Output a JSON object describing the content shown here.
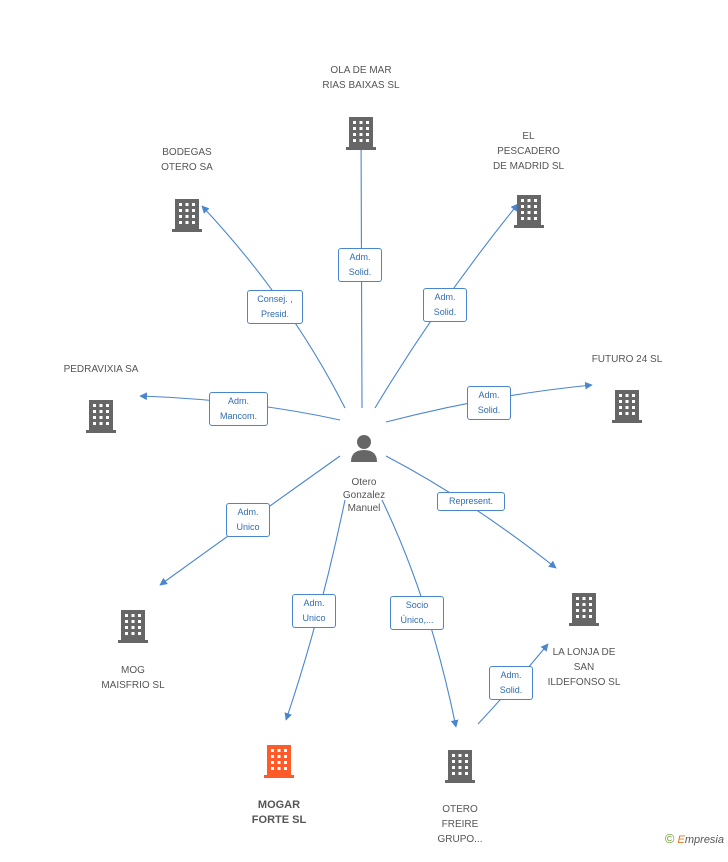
{
  "center": {
    "name": "Otero\nGonzalez\nManuel",
    "icon": "person-icon"
  },
  "companies": [
    {
      "id": "ola",
      "name": "OLA DE MAR\nRIAS BAIXAS  SL",
      "icon": "building-icon",
      "color": "#666666"
    },
    {
      "id": "bodegas",
      "name": "BODEGAS\nOTERO SA",
      "icon": "building-icon",
      "color": "#666666"
    },
    {
      "id": "pescadero",
      "name": "EL\nPESCADERO\nDE MADRID  SL",
      "icon": "building-icon",
      "color": "#666666"
    },
    {
      "id": "pedravixia",
      "name": "PEDRAVIXIA SA",
      "icon": "building-icon",
      "color": "#666666"
    },
    {
      "id": "futuro",
      "name": "FUTURO 24 SL",
      "icon": "building-icon",
      "color": "#666666"
    },
    {
      "id": "mog",
      "name": "MOG\nMAISFRIO SL",
      "icon": "building-icon",
      "color": "#666666"
    },
    {
      "id": "lonja",
      "name": "LA LONJA DE\nSAN\nILDEFONSO  SL",
      "icon": "building-icon",
      "color": "#666666"
    },
    {
      "id": "mogar",
      "name": "MOGAR\nFORTE SL",
      "icon": "building-icon",
      "color": "#ff5a2a",
      "highlight": true
    },
    {
      "id": "otero_freire",
      "name": "OTERO\nFREIRE\nGRUPO...",
      "icon": "building-icon",
      "color": "#666666"
    }
  ],
  "relations": [
    {
      "label": "Adm.\nSolid.",
      "target": "ola"
    },
    {
      "label": "Consej. ,\nPresid.",
      "target": "bodegas"
    },
    {
      "label": "Adm.\nSolid.",
      "target": "pescadero"
    },
    {
      "label": "Adm.\nMancom.",
      "target": "pedravixia"
    },
    {
      "label": "Adm.\nSolid.",
      "target": "futuro"
    },
    {
      "label": "Adm.\nUnico",
      "target": "mog"
    },
    {
      "label": "Represent.",
      "target": "lonja"
    },
    {
      "label": "Adm.\nUnico",
      "target": "mogar"
    },
    {
      "label": "Socio\nÚnico,...",
      "target": "otero_freire"
    },
    {
      "label": "Adm.\nSolid.",
      "source": "otero_freire",
      "target": "lonja"
    }
  ],
  "footer": {
    "copyright": "©",
    "brand_initial": "E",
    "brand_rest": "mpresia"
  },
  "colors": {
    "edge": "#4a86d0",
    "node": "#666666",
    "highlight": "#ff5a2a"
  }
}
